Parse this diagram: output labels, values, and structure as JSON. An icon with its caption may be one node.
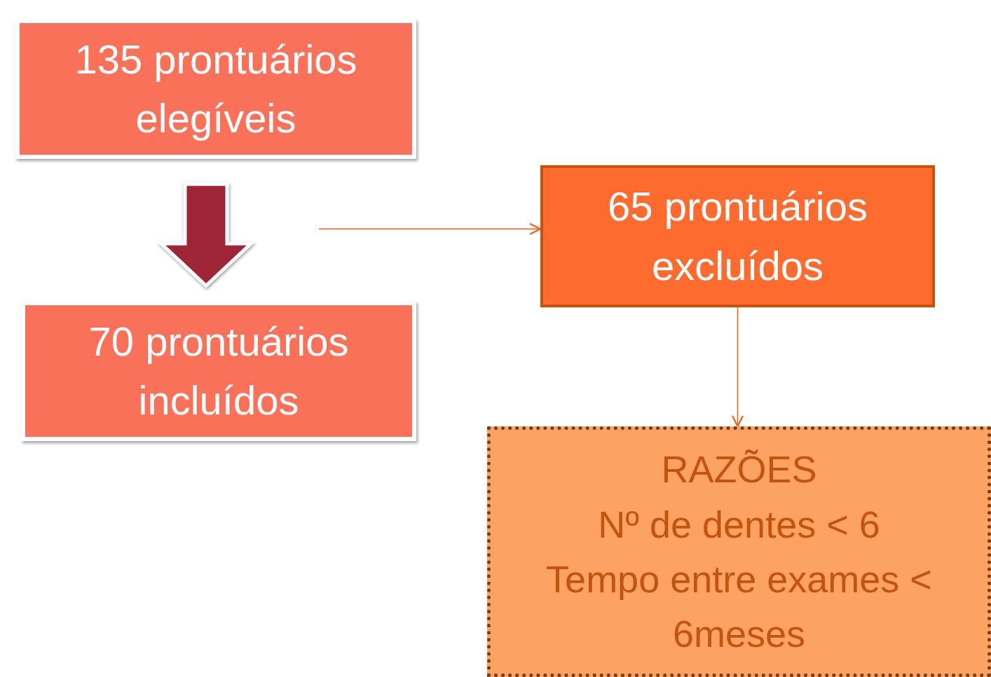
{
  "diagram": {
    "nodes": [
      {
        "text": [
          "135 prontuários elegíveis"
        ]
      },
      {
        "text": [
          "70 prontuários incluídos"
        ]
      },
      {
        "text": [
          "65 prontuários excluídos"
        ]
      },
      {
        "text": [
          "RAZÕES",
          "Nº de dentes < 6",
          "Tempo entre exames < 6meses"
        ]
      }
    ],
    "edges": [
      {
        "from": 0,
        "to": 1,
        "arrow": "to",
        "style": "thick",
        "color": "#9e2535"
      },
      {
        "from": null,
        "to": 2,
        "arrow": "to"
      },
      {
        "from": 2,
        "to": 3,
        "arrow": "to"
      }
    ]
  }
}
